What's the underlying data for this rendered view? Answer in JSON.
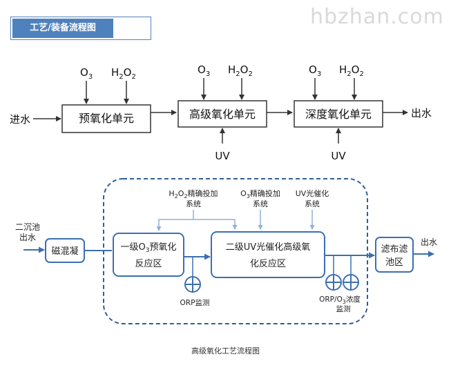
{
  "header": {
    "title": "工艺/装备流程图"
  },
  "watermark": "hbzhan.com",
  "top_flow": {
    "inlet": "进水",
    "outlet": "出水",
    "units": [
      "预氧化单元",
      "高级氧化单元",
      "深度氧化单元"
    ],
    "inputs": [
      "O",
      "3",
      "H",
      "2",
      "O",
      "2"
    ],
    "uv": "UV"
  },
  "bottom_flow": {
    "inlet_line1": "二沉池",
    "inlet_line2": "出水",
    "outlet": "出水",
    "mag": "磁混凝",
    "stage1": {
      "line1a": "一级O",
      "sub": "3",
      "line1b": "预氧化",
      "line2": "反应区"
    },
    "stage2": {
      "line1": "二级UV光催化高级氧",
      "line2": "化反应区"
    },
    "filter": {
      "line1": "滤布滤",
      "line2": "池区"
    },
    "h2o2_sys": {
      "a": "H",
      "s1": "2",
      "b": "O",
      "s2": "2",
      "c": "精确投加",
      "line2": "系统"
    },
    "o3_sys": {
      "a": "O",
      "s1": "3",
      "c": "精确投加",
      "line2": "系统"
    },
    "uv_sys": {
      "line1": "UV光催化",
      "line2": "系统"
    },
    "orp1": "ORP监测",
    "orp2": {
      "a": "ORP/O",
      "s1": "3",
      "c": "浓度",
      "line2": "监测"
    }
  },
  "caption": "高级氧化工艺流程图",
  "colors": {
    "accent": "#4f81bd",
    "line": "#333333",
    "blue_line": "#3b6fb0",
    "dashed": "#2f5d95"
  }
}
